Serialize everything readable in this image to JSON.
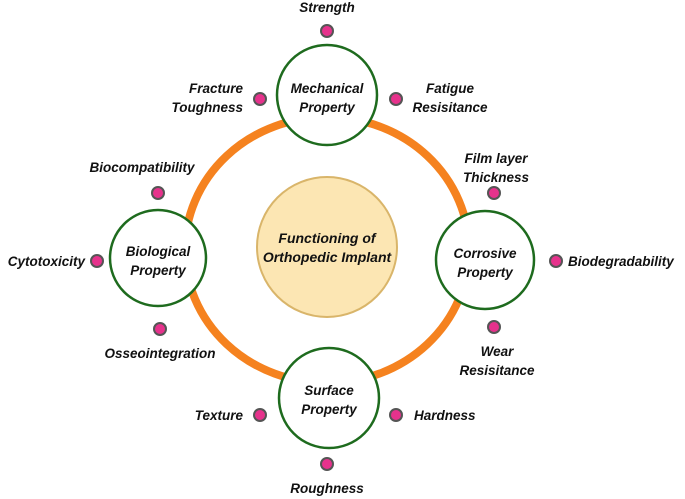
{
  "center": {
    "line1": "Functioning of",
    "line2": "Orthopedic Implant"
  },
  "hubs": {
    "mechanical": {
      "line1": "Mechanical",
      "line2": "Property"
    },
    "biological": {
      "line1": "Biological",
      "line2": "Property"
    },
    "corrosive": {
      "line1": "Corrosive",
      "line2": "Property"
    },
    "surface": {
      "line1": "Surface",
      "line2": "Property"
    }
  },
  "attributes": {
    "strength": "Strength",
    "fracture_1": "Fracture",
    "fracture_2": "Toughness",
    "fatigue_1": "Fatigue",
    "fatigue_2": "Resisitance",
    "biocompatibility": "Biocompatibility",
    "cytotoxicity": "Cytotoxicity",
    "osseointegration": "Osseointegration",
    "film_1": "Film layer",
    "film_2": "Thickness",
    "biodegradability": "Biodegradability",
    "wear_1": "Wear",
    "wear_2": "Resisitance",
    "texture": "Texture",
    "hardness": "Hardness",
    "roughness": "Roughness"
  },
  "colors": {
    "ring": "#F5821F",
    "hub_border": "#1E6B1E",
    "center_fill": "#FCE6B3",
    "center_border": "#D9B56A",
    "dot_fill": "#E6328C",
    "dot_border": "#555555"
  }
}
